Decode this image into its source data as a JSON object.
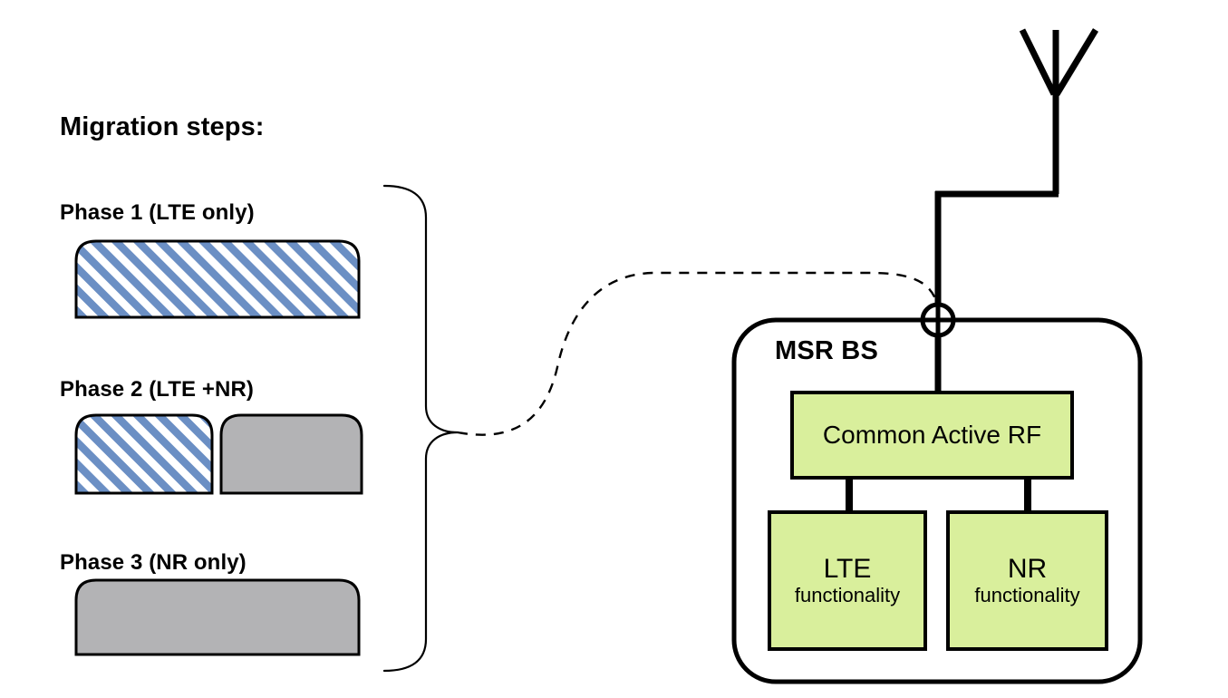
{
  "diagram": {
    "title": "Migration steps:",
    "type": "migration-steps-block-diagram",
    "colors": {
      "lte_hatch_blue": "#6b8fc4",
      "hatch_white": "#ffffff",
      "nr_gray": "#b3b3b5",
      "rf_green": "#d9ef9c",
      "stroke": "#000000",
      "background": "#ffffff"
    }
  },
  "phases": [
    {
      "label": "Phase 1 (LTE only)",
      "blocks": [
        {
          "fill": "lte-hatched-blue",
          "name": "lte-carrier"
        }
      ]
    },
    {
      "label": "Phase 2 (LTE +NR)",
      "blocks": [
        {
          "fill": "lte-hatched-blue",
          "name": "lte-carrier"
        },
        {
          "fill": "nr-gray",
          "name": "nr-carrier"
        }
      ]
    },
    {
      "label": "Phase 3 (NR only)",
      "blocks": [
        {
          "fill": "nr-gray",
          "name": "nr-carrier"
        }
      ]
    }
  ],
  "base_station": {
    "title": "MSR BS",
    "common_rf": {
      "label": "Common Active RF"
    },
    "functions": [
      {
        "technology": "LTE",
        "caption": "functionality"
      },
      {
        "technology": "NR",
        "caption": "functionality"
      }
    ]
  },
  "connectors": {
    "antenna": "antenna-symbol",
    "antenna_port": "antenna-connector-crossed-circle",
    "brace": "curly-brace-grouping-phases",
    "mapping_link": "dashed-mapping-curve"
  }
}
